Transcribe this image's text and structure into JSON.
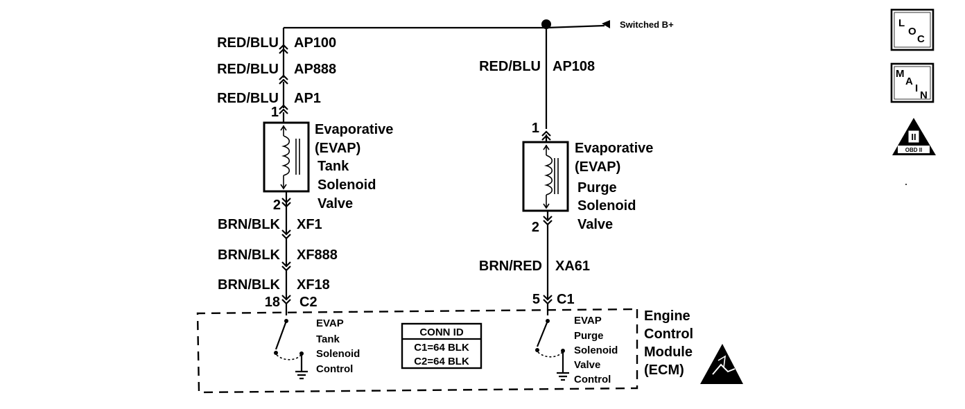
{
  "power": {
    "label": "Switched B+"
  },
  "tank_circuit": {
    "upper_wires": [
      {
        "color": "RED/BLU",
        "circuit": "AP100"
      },
      {
        "color": "RED/BLU",
        "circuit": "AP888"
      },
      {
        "color": "RED/BLU",
        "circuit": "AP1"
      }
    ],
    "pin_top": "1",
    "pin_bottom": "2",
    "component": [
      "Evaporative",
      "(EVAP)",
      "Tank",
      "Solenoid",
      "Valve"
    ],
    "lower_wires": [
      {
        "color": "BRN/BLK",
        "circuit": "XF1"
      },
      {
        "color": "BRN/BLK",
        "circuit": "XF888"
      },
      {
        "color": "BRN/BLK",
        "circuit": "XF18"
      }
    ],
    "ecm_pin": "18",
    "ecm_connector": "C2",
    "ecm_function": [
      "EVAP",
      "Tank",
      "Solenoid",
      "Control"
    ]
  },
  "purge_circuit": {
    "upper_wire": {
      "color": "RED/BLU",
      "circuit": "AP108"
    },
    "pin_top": "1",
    "pin_bottom": "2",
    "component": [
      "Evaporative",
      "(EVAP)",
      "Purge",
      "Solenoid",
      "Valve"
    ],
    "lower_wire": {
      "color": "BRN/RED",
      "circuit": "XA61"
    },
    "ecm_pin": "5",
    "ecm_connector": "C1",
    "ecm_function": [
      "EVAP",
      "Purge",
      "Solenoid",
      "Valve",
      "Control"
    ]
  },
  "ecm": {
    "name": [
      "Engine",
      "Control",
      "Module",
      "(ECM)"
    ],
    "conn_id": {
      "title": "CONN ID",
      "rows": [
        "C1=64 BLK",
        "C2=64 BLK"
      ]
    }
  },
  "nav_icons": {
    "loc": {
      "letters": [
        "L",
        "O",
        "C"
      ]
    },
    "main": {
      "letters": [
        "M",
        "A",
        "I",
        "N"
      ]
    },
    "obd": {
      "roman": "II",
      "caption": "OBD II"
    }
  }
}
